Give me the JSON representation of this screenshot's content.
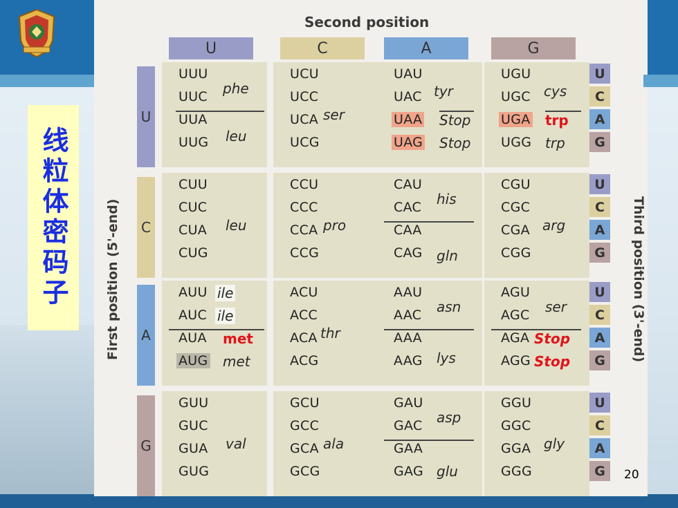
{
  "slide": {
    "side_title": "线粒体密码子",
    "page_number": "20",
    "colors": {
      "top_band": "#1f6fae",
      "side_title_bg": "#ffffc0",
      "side_title_text": "#1a2ee0",
      "stop_highlight": "#f0a48a",
      "red_text": "#e0141c"
    }
  },
  "table": {
    "second_position_title": "Second position",
    "first_position_title": "First position (5'-end)",
    "third_position_title": "Third position (3'-end)",
    "columns": [
      {
        "label": "U",
        "color": "#9a9cc8"
      },
      {
        "label": "C",
        "color": "#ddd0a0"
      },
      {
        "label": "A",
        "color": "#7aa6d6"
      },
      {
        "label": "G",
        "color": "#b8a2a2"
      }
    ],
    "rows": [
      {
        "label": "U",
        "color": "#9a9cc8",
        "cells": [
          {
            "codons": [
              "UUU",
              "UUC",
              "UUA",
              "UUG"
            ],
            "aa": [
              {
                "text": "phe"
              },
              {
                "text": "leu"
              }
            ]
          },
          {
            "codons": [
              "UCU",
              "UCC",
              "UCA",
              "UCG"
            ],
            "aa": [
              {
                "text": "ser"
              }
            ]
          },
          {
            "codons": [
              "UAU",
              "UAC",
              "UAA",
              "UAG"
            ],
            "aa": [
              {
                "text": "tyr"
              },
              {
                "text": "Stop"
              },
              {
                "text": "Stop"
              }
            ]
          },
          {
            "codons": [
              "UGU",
              "UGC",
              "UGA",
              "UGG"
            ],
            "aa": [
              {
                "text": "cys"
              },
              {
                "text": "trp"
              },
              {
                "text": "trp"
              }
            ]
          }
        ]
      },
      {
        "label": "C",
        "color": "#ddd0a0",
        "cells": [
          {
            "codons": [
              "CUU",
              "CUC",
              "CUA",
              "CUG"
            ],
            "aa": [
              {
                "text": "leu"
              }
            ]
          },
          {
            "codons": [
              "CCU",
              "CCC",
              "CCA",
              "CCG"
            ],
            "aa": [
              {
                "text": "pro"
              }
            ]
          },
          {
            "codons": [
              "CAU",
              "CAC",
              "CAA",
              "CAG"
            ],
            "aa": [
              {
                "text": "his"
              },
              {
                "text": "gln"
              }
            ]
          },
          {
            "codons": [
              "CGU",
              "CGC",
              "CGA",
              "CGG"
            ],
            "aa": [
              {
                "text": "arg"
              }
            ]
          }
        ]
      },
      {
        "label": "A",
        "color": "#7aa6d6",
        "cells": [
          {
            "codons": [
              "AUU",
              "AUC",
              "AUA",
              "AUG"
            ],
            "aa": [
              {
                "text": "ile"
              },
              {
                "text": "ile"
              },
              {
                "text": "met"
              },
              {
                "text": "met"
              }
            ]
          },
          {
            "codons": [
              "ACU",
              "ACC",
              "ACA",
              "ACG"
            ],
            "aa": [
              {
                "text": "thr"
              }
            ]
          },
          {
            "codons": [
              "AAU",
              "AAC",
              "AAA",
              "AAG"
            ],
            "aa": [
              {
                "text": "asn"
              },
              {
                "text": "lys"
              }
            ]
          },
          {
            "codons": [
              "AGU",
              "AGC",
              "AGA",
              "AGG"
            ],
            "aa": [
              {
                "text": "ser"
              },
              {
                "text": "Stop"
              },
              {
                "text": "Stop"
              }
            ]
          }
        ]
      },
      {
        "label": "G",
        "color": "#b8a2a2",
        "cells": [
          {
            "codons": [
              "GUU",
              "GUC",
              "GUA",
              "GUG"
            ],
            "aa": [
              {
                "text": "val"
              }
            ]
          },
          {
            "codons": [
              "GCU",
              "GCC",
              "GCA",
              "GCG"
            ],
            "aa": [
              {
                "text": "ala"
              }
            ]
          },
          {
            "codons": [
              "GAU",
              "GAC",
              "GAA",
              "GAG"
            ],
            "aa": [
              {
                "text": "asp"
              },
              {
                "text": "glu"
              }
            ]
          },
          {
            "codons": [
              "GGU",
              "GGC",
              "GGA",
              "GGG"
            ],
            "aa": [
              {
                "text": "gly"
              }
            ]
          }
        ]
      }
    ],
    "third_labels": [
      "U",
      "C",
      "A",
      "G"
    ],
    "third_colors": [
      "#9a9cc8",
      "#ddd0a0",
      "#7aa6d6",
      "#b8a2a2"
    ]
  }
}
